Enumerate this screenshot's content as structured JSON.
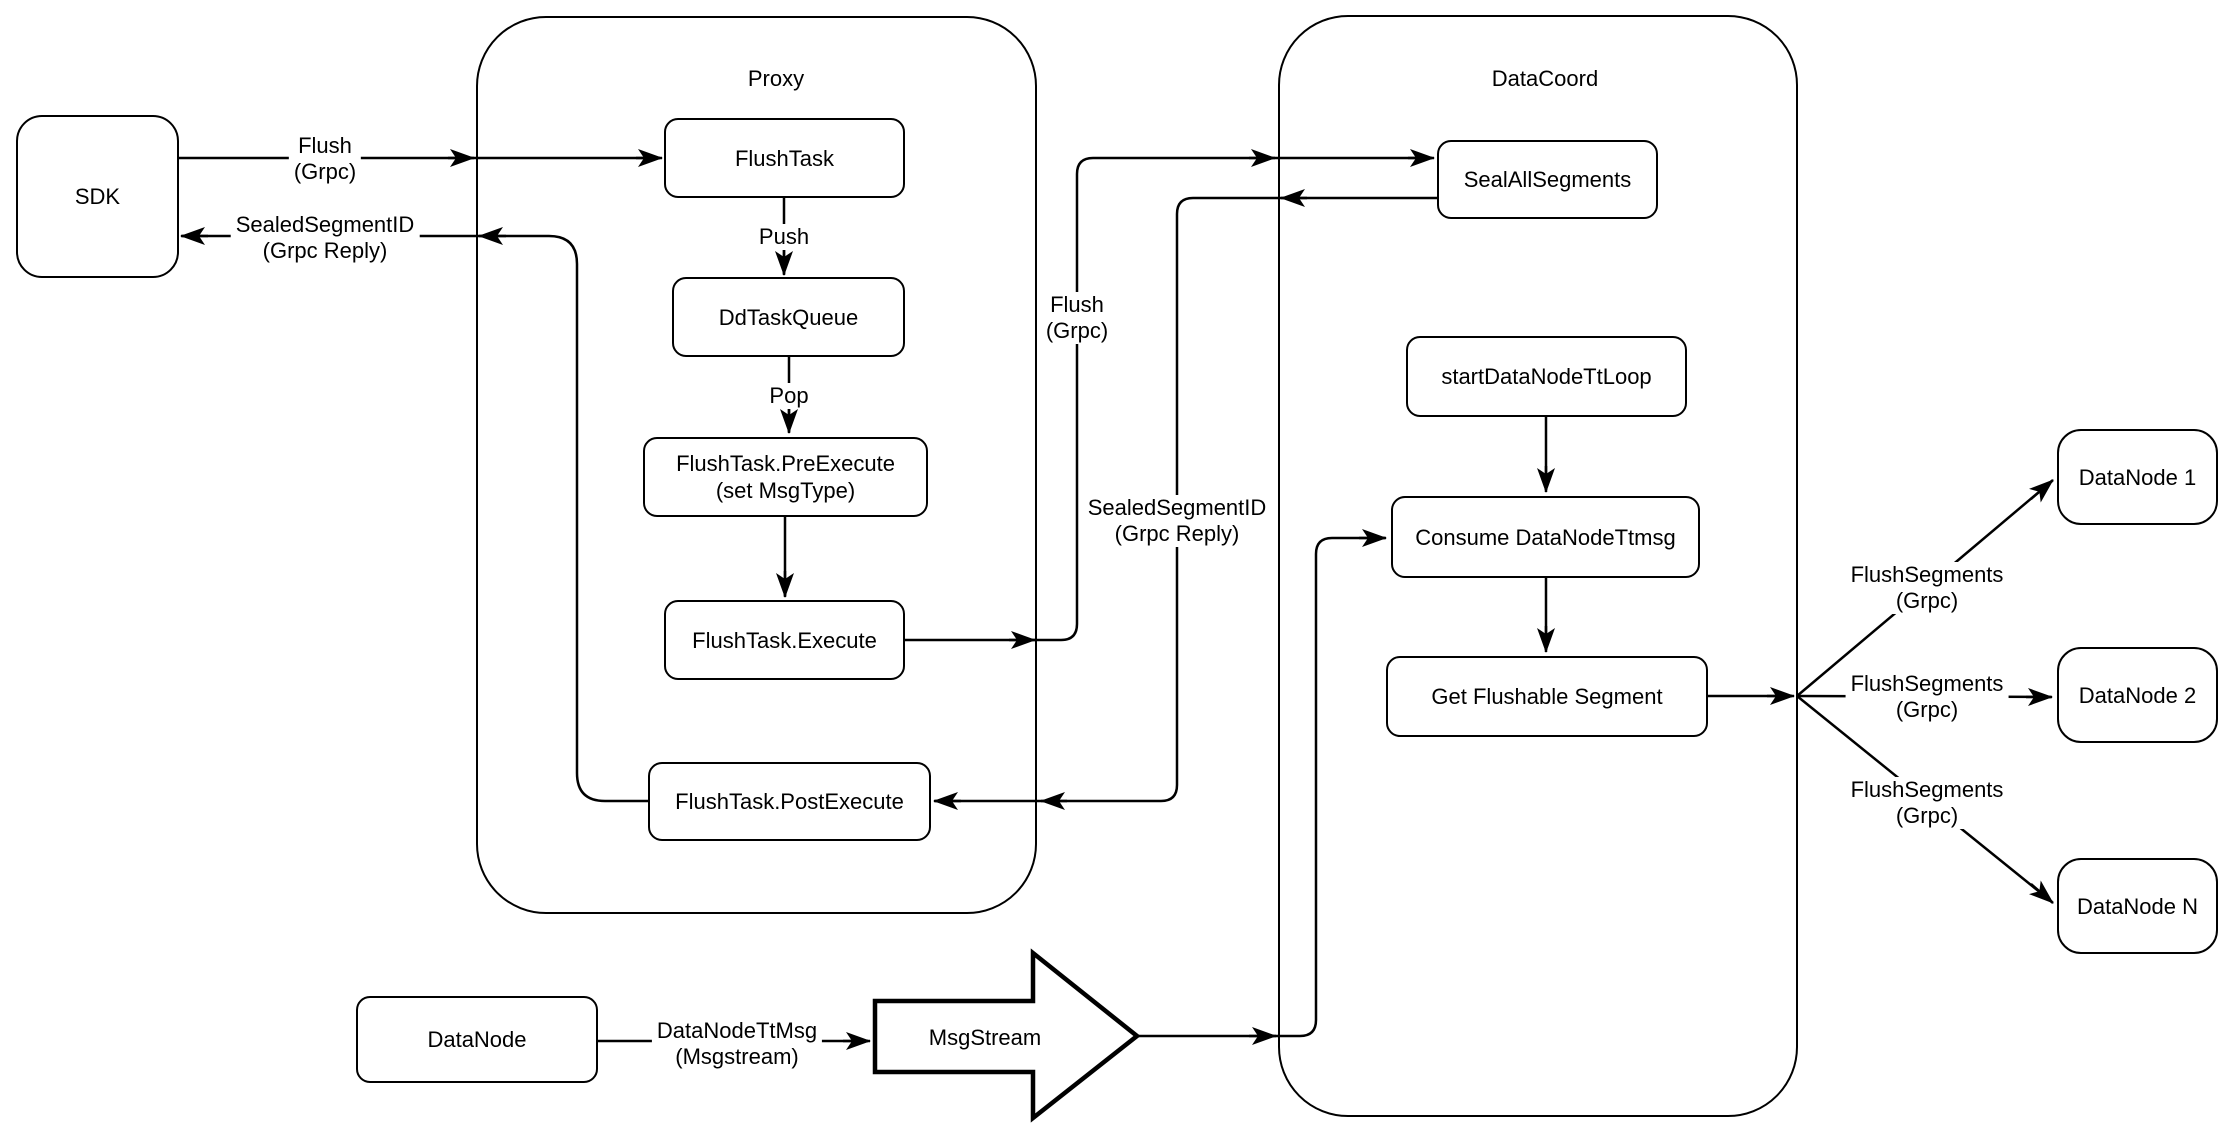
{
  "containers": {
    "proxy": "Proxy",
    "datacoord": "DataCoord"
  },
  "nodes": {
    "sdk": "SDK",
    "flush_task": "FlushTask",
    "dd_task_queue": "DdTaskQueue",
    "pre_execute": "FlushTask.PreExecute\n(set MsgType)",
    "execute": "FlushTask.Execute",
    "post_execute": "FlushTask.PostExecute",
    "seal_all_segments": "SealAllSegments",
    "start_datanode_tt_loop": "startDataNodeTtLoop",
    "consume_datanode_ttmsg": "Consume DataNodeTtmsg",
    "get_flushable_segment": "Get Flushable Segment",
    "datanode_1": "DataNode 1",
    "datanode_2": "DataNode 2",
    "datanode_n": "DataNode N",
    "datanode": "DataNode",
    "msgstream": "MsgStream"
  },
  "edge_labels": {
    "flush_grpc_sdk": "Flush\n(Grpc)",
    "sealed_segment_reply_sdk": "SealedSegmentID\n(Grpc Reply)",
    "push": "Push",
    "pop": "Pop",
    "flush_grpc_mid": "Flush\n(Grpc)",
    "sealed_segment_reply_mid": "SealedSegmentID\n(Grpc Reply)",
    "flush_segments_1": "FlushSegments\n(Grpc)",
    "flush_segments_2": "FlushSegments\n(Grpc)",
    "flush_segments_3": "FlushSegments\n(Grpc)",
    "datanode_ttmsg": "DataNodeTtMsg\n(Msgstream)"
  },
  "colors": {
    "stroke": "#000000",
    "background": "#ffffff"
  }
}
